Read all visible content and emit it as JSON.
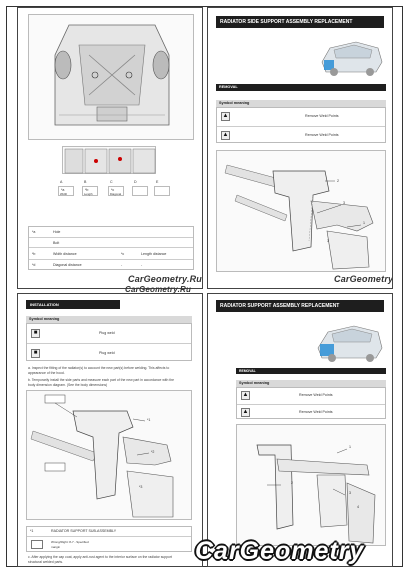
{
  "page1": {
    "callouts": [
      "A",
      "B",
      "C",
      "D",
      "E"
    ],
    "dims": [
      {
        "code": "*a",
        "label": "Width"
      },
      {
        "code": "*b",
        "label": "Length"
      },
      {
        "code": "*c",
        "label": "Diagonal"
      }
    ],
    "table_rows": [
      {
        "c1": "*a",
        "c2": "Hole",
        "c3": "",
        "c4": ""
      },
      {
        "c1": "",
        "c2": "Bolt",
        "c3": "",
        "c4": ""
      },
      {
        "c1": "*b",
        "c2": "Width distance",
        "c3": "*c",
        "c4": "Length distance"
      },
      {
        "c1": "*d",
        "c2": "Diagonal distance",
        "c3": "-",
        "c4": "-"
      }
    ],
    "watermark": "CarGeometry.Ru"
  },
  "page2": {
    "title": "RADIATOR SIDE SUPPORT ASSEMBLY REPLACEMENT",
    "removal": "REMOVAL",
    "symbol_meaning": "Symbol meaning",
    "symbols": [
      {
        "icon": "▲",
        "text": "Remove Weld Points"
      },
      {
        "icon": "▲",
        "text": "Remove Weld Points"
      }
    ],
    "marks": [
      "2",
      "3",
      "1",
      "3"
    ],
    "watermark": "CarGeometry.Ru"
  },
  "page3": {
    "title": "INSTALLATION",
    "symbol_meaning": "Symbol meaning",
    "symbols": [
      {
        "icon": "■",
        "text": "Plug weld"
      },
      {
        "icon": "■",
        "text": "Plug weld"
      }
    ],
    "para_a": "a. Inspect the fitting of the radiator(s) to account the new part(s) before welding. This affects to",
    "para_a2": "    appearance of the hood.",
    "para_b": "b. Temporarily install the side parts and measure each part of the new part in accordance with the",
    "para_b2": "    body dimension diagram. (See the body dimensions)",
    "marks": [
      "*1",
      "*2",
      "*3"
    ],
    "legend_rows": [
      {
        "code": "*1",
        "text": "RADIATOR SUPPORT SUB-ASSEMBLY"
      },
      {
        "code": "",
        "text": "Wrong/Right: 8-7 - Specified"
      },
      {
        "code": "",
        "text": "margin"
      }
    ],
    "footnote": "c. After applying the cap coat, apply anti-rust agent to the interior surface on the radiator support",
    "footnote2": "    structural welded parts.",
    "watermark": "CarGeometry.Ru"
  },
  "page4": {
    "title": "RADIATOR SUPPORT ASSEMBLY REPLACEMENT",
    "removal": "REMOVAL",
    "symbol_meaning": "Symbol meaning",
    "symbols": [
      {
        "icon": "▲",
        "text": "Remove Weld Points"
      },
      {
        "icon": "▲",
        "text": "Remove Weld Points"
      }
    ],
    "marks": [
      "1",
      "2",
      "3",
      "4"
    ],
    "watermark": "CarGeometry"
  }
}
